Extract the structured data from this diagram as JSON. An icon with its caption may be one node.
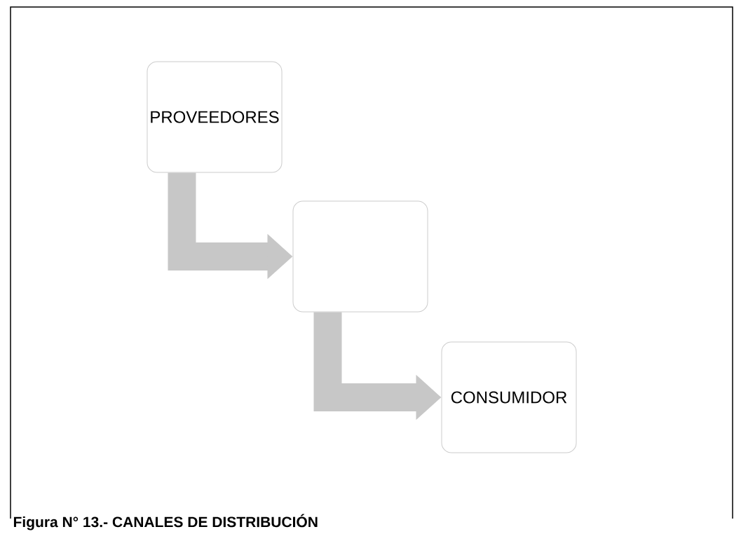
{
  "diagram": {
    "caption": "Figura N° 13.- CANALES DE DISTRIBUCIÓN",
    "nodes": [
      {
        "text": [
          "PROVEEDORES"
        ]
      },
      {
        "text": [],
        "shape": "box"
      },
      {
        "text": [
          "CONSUMIDOR"
        ]
      }
    ],
    "edges": [
      {
        "from": 0,
        "to": 1,
        "arrow": "to"
      },
      {
        "from": 1,
        "to": 2,
        "arrow": "to"
      }
    ]
  }
}
